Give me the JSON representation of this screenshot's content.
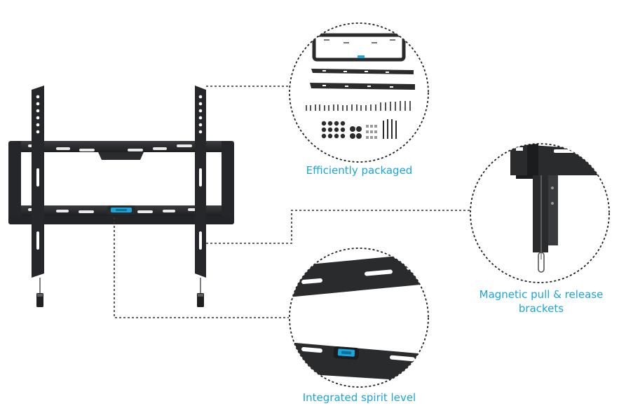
{
  "callouts": {
    "packaged": "Efficiently packaged",
    "magnetic": "Magnetic pull & release brackets",
    "spirit": "Integrated spirit level"
  },
  "colors": {
    "accent": "#1aa6dc",
    "bracket": "#2a2b2d",
    "bracket_edge": "#151617",
    "spirit_level": "#1aa6dc"
  },
  "icons": [
    "tv-wall-mount-illustration",
    "parts-kit-detail",
    "magnetic-bracket-detail",
    "spirit-level-detail"
  ]
}
